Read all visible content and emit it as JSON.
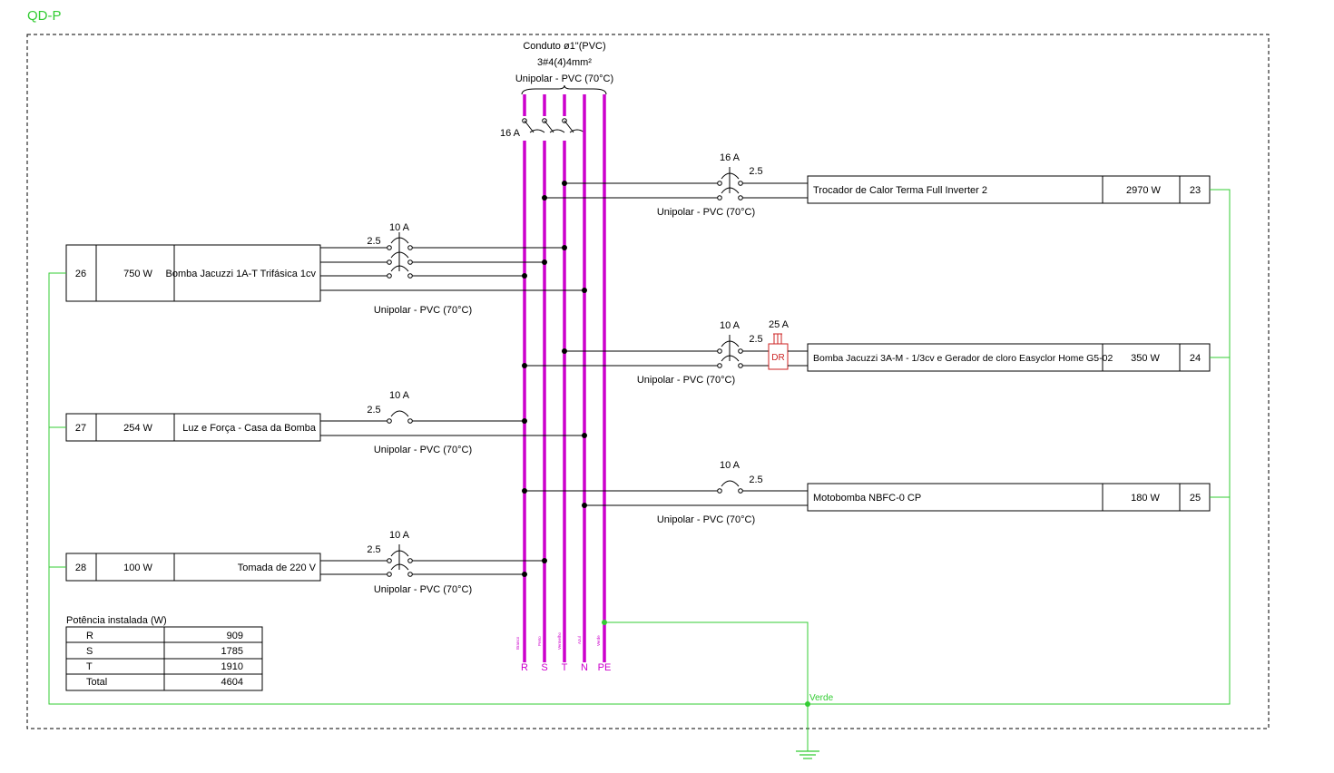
{
  "panel": {
    "title": "QD-P"
  },
  "feeder": {
    "conduit": "Conduto ø1\"(PVC)",
    "cable": "3#4(4)4mm²",
    "insulation": "Unipolar - PVC (70°C)",
    "breaker": "16 A"
  },
  "bus": {
    "phases": [
      "R",
      "S",
      "T",
      "N",
      "PE"
    ],
    "colors": [
      "Branco",
      "Preto",
      "Vermelho",
      "Azul",
      "Verde"
    ]
  },
  "circuits": {
    "c23": {
      "number": "23",
      "power": "2970 W",
      "description": "Trocador de Calor Terma Full Inverter 2",
      "breaker": "16 A",
      "section": "2.5",
      "insulation": "Unipolar - PVC (70°C)"
    },
    "c24": {
      "number": "24",
      "power": "350 W",
      "description": "Bomba Jacuzzi 3A-M - 1/3cv e Gerador de cloro Easyclor Home G5-02",
      "breaker": "10 A",
      "section": "2.5",
      "insulation": "Unipolar - PVC (70°C)",
      "dr_rating": "25 A",
      "dr_label": "DR"
    },
    "c25": {
      "number": "25",
      "power": "180 W",
      "description": "Motobomba NBFC-0 CP",
      "breaker": "10 A",
      "section": "2.5",
      "insulation": "Unipolar - PVC (70°C)"
    },
    "c26": {
      "number": "26",
      "power": "750 W",
      "description": "Bomba Jacuzzi 1A-T Trifásica 1cv",
      "breaker": "10 A",
      "section": "2.5",
      "insulation": "Unipolar - PVC (70°C)"
    },
    "c27": {
      "number": "27",
      "power": "254 W",
      "description": "Luz e Força - Casa da Bomba",
      "breaker": "10 A",
      "section": "2.5",
      "insulation": "Unipolar - PVC (70°C)"
    },
    "c28": {
      "number": "28",
      "power": "100 W",
      "description": "Tomada de 220 V",
      "breaker": "10 A",
      "section": "2.5",
      "insulation": "Unipolar - PVC (70°C)"
    }
  },
  "power_table": {
    "title": "Potência instalada (W)",
    "rows": [
      {
        "label": "R",
        "value": "909"
      },
      {
        "label": "S",
        "value": "1785"
      },
      {
        "label": "T",
        "value": "1910"
      },
      {
        "label": "Total",
        "value": "4604"
      }
    ]
  },
  "ground": {
    "label": "Verde"
  },
  "colors": {
    "bus": "#cc00cc",
    "ground": "#33cc33",
    "protection": "#cc2222",
    "panel_title": "#33cc33"
  }
}
